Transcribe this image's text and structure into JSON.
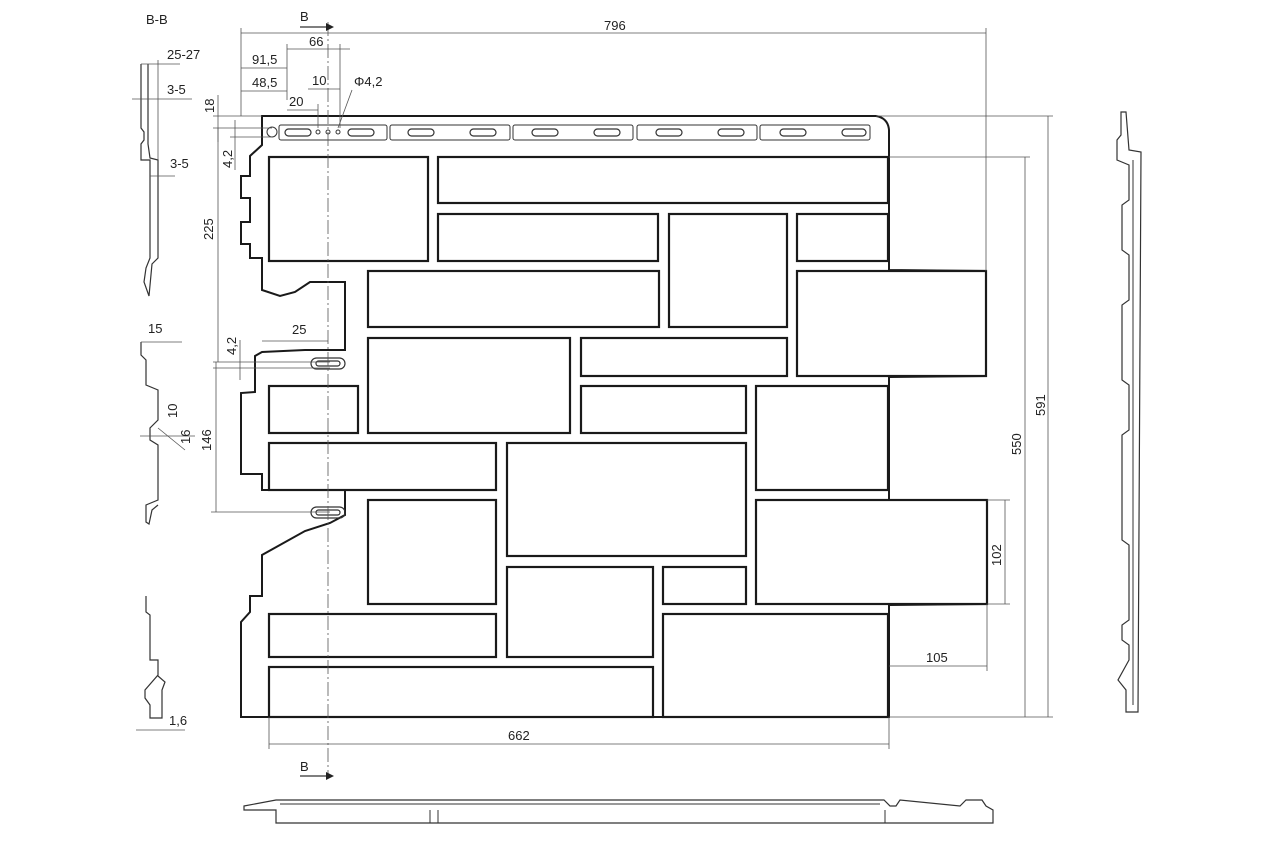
{
  "section_label": "B-B",
  "section_marks": [
    "B",
    "B"
  ],
  "colors": {
    "line": "#1a1a1a",
    "background": "#ffffff"
  },
  "dimensions": {
    "total_width": "796",
    "d66": "66",
    "d91_5": "91,5",
    "d10_top": "10",
    "d48_5": "48,5",
    "d20": "20",
    "hole_dia": "Φ4,2",
    "d18": "18",
    "d4_2_top": "4,2",
    "d225": "225",
    "d4_2_mid": "4,2",
    "d25": "25",
    "d146": "146",
    "d591": "591",
    "d550": "550",
    "d102": "102",
    "d105": "105",
    "d662": "662",
    "side_25_27": "25-27",
    "side_3_5_a": "3-5",
    "side_3_5_b": "3-5",
    "side_15": "15",
    "side_10": "10",
    "side_16": "16",
    "side_1_6": "1,6"
  }
}
